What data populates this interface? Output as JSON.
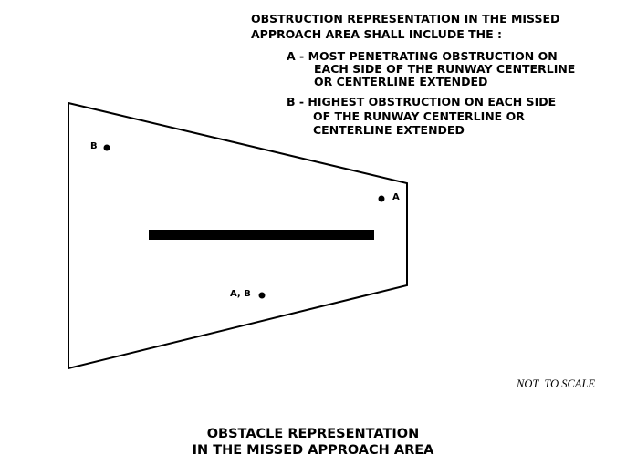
{
  "notes": {
    "header": [
      "OBSTRUCTION REPRESENTATION IN THE MISSED",
      "APPROACH AREA SHALL INCLUDE THE :"
    ],
    "item_a": [
      "A - MOST PENETRATING OBSTRUCTION ON",
      "EACH SIDE OF THE RUNWAY CENTERLINE",
      "OR CENTERLINE EXTENDED"
    ],
    "item_b": [
      "B - HIGHEST OBSTRUCTION ON EACH SIDE",
      "OF THE RUNWAY CENTERLINE OR",
      "CENTERLINE EXTENDED"
    ]
  },
  "diagram": {
    "labels": {
      "b_left": "B",
      "a_right": "A",
      "ab_bottom": "A, B"
    }
  },
  "scale_note": "NOT  TO SCALE",
  "title": [
    "OBSTACLE REPRESENTATION",
    "IN THE MISSED APPROACH AREA"
  ]
}
